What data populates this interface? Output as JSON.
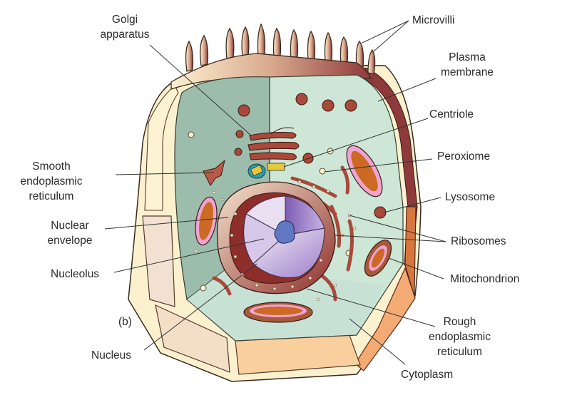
{
  "figure": {
    "panel_label": "(b)",
    "subject": "Animal cell cross-section",
    "colors": {
      "outer_wall_light": "#fbf1cf",
      "cytoplasm_left": "#9cbcac",
      "cytoplasm_right": "#cde6d6",
      "membrane_dark": "#8e3a3a",
      "membrane_orange": "#d8773d",
      "nucleus_purple": "#b9a2dc",
      "nucleolus_blue": "#5f78c4",
      "mitochondria_pink": "#f0a3cf",
      "mitochondria_orange": "#cc6a24",
      "organelle_brown": "#a8493a",
      "bottom_face_peach": "#f9cf9e"
    }
  },
  "labels": {
    "golgi": "Golgi\napparatus",
    "microvilli": "Microvilli",
    "plasma_membrane": "Plasma\nmembrane",
    "centriole": "Centriole",
    "peroxisome": "Peroxiome",
    "smooth_er": "Smooth\nendoplasmic\nreticulum",
    "lysosome": "Lysosome",
    "nuclear_envelope": "Nuclear\nenvelope",
    "ribosomes": "Ribosomes",
    "nucleolus": "Nucleolus",
    "mitochondrion": "Mitochondrion",
    "nucleus": "Nucleus",
    "rough_er": "Rough\nendoplasmic\nreticulum",
    "cytoplasm": "Cytoplasm"
  }
}
